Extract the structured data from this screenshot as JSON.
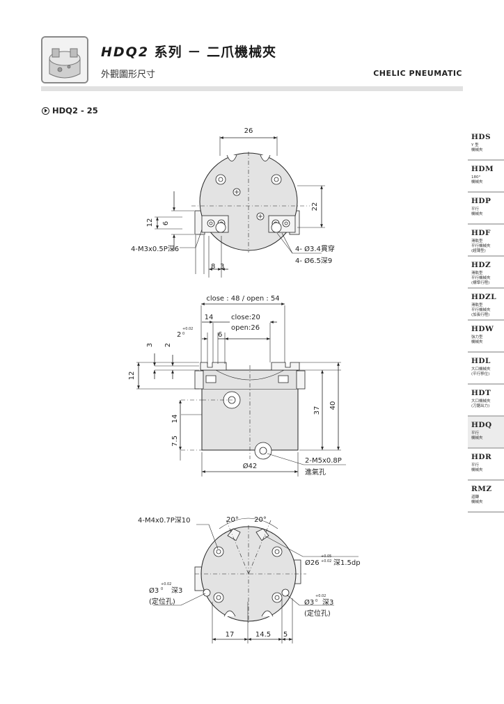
{
  "header": {
    "model": "HDQ2",
    "series_word": "系列",
    "dash": "－",
    "product_name": "二爪機械夾",
    "subtitle": "外觀圖形尺寸",
    "brand": "CHELIC PNEUMATIC"
  },
  "section": {
    "label": "HDQ2 - 25"
  },
  "sidebar": {
    "items": [
      {
        "code": "HDS",
        "desc": "Y 型\n機械夾",
        "active": false
      },
      {
        "code": "HDM",
        "desc": "180°\n機械夾",
        "active": false
      },
      {
        "code": "HDP",
        "desc": "平行\n機械夾",
        "active": false
      },
      {
        "code": "HDF",
        "desc": "滑軌型\n平行機械夾\n(超薄型)",
        "active": false
      },
      {
        "code": "HDZ",
        "desc": "滑軌型\n平行機械夾\n(標準行程)",
        "active": false
      },
      {
        "code": "HDZL",
        "desc": "滑軌型\n平行機械夾\n(加長行程)",
        "active": false
      },
      {
        "code": "HDW",
        "desc": "強力型\n機械夾",
        "active": false
      },
      {
        "code": "HDL",
        "desc": "大口機械夾\n(平行移位)",
        "active": false
      },
      {
        "code": "HDT",
        "desc": "大口機械夾\n(刀鋸出力)",
        "active": false
      },
      {
        "code": "HDQ",
        "desc": "平行\n機械夾",
        "active": true
      },
      {
        "code": "HDR",
        "desc": "平行\n機械夾",
        "active": false
      },
      {
        "code": "RMZ",
        "desc": "迴轉\n機械夾",
        "active": false
      }
    ]
  },
  "top_view": {
    "dim_26": "26",
    "dim_12": "12",
    "dim_6": "6",
    "dim_22": "22",
    "dim_8": "8",
    "dim_3": "3",
    "callout_left": "4-M3x0.5P深6",
    "callout_right_1": "4- Ø3.4貫穿",
    "callout_right_2": "4- Ø6.5深9"
  },
  "side_view": {
    "stroke": "close : 48 / open : 54",
    "dim_14": "14",
    "close_w": "close:20",
    "open_w": "open:26",
    "dim_2": "2",
    "tol_2": "+0.02",
    "tol_2b": "0",
    "dim_6": "6",
    "dim_3": "3",
    "dim_2b": "2",
    "dim_12": "12",
    "dim_14b": "14",
    "dim_7_5": "7.5",
    "dim_37": "37",
    "dim_40": "40",
    "dim_dia42": "Ø42",
    "callout_port_1": "2-M5x0.8P",
    "callout_port_2": "進氣孔"
  },
  "bottom_view": {
    "angle_1": "20°",
    "angle_2": "20°",
    "callout_thread": "4-M4x0.7P深10",
    "dia26": "Ø26",
    "tol26_up": "+0.05",
    "tol26_dn": "+0.02",
    "depth_1": "深1.5dp",
    "left_dia": "Ø3",
    "left_tol_up": "+0.02",
    "left_tol_dn": "0",
    "left_depth": "深3",
    "left_note": "(定位孔)",
    "right_dia": "Ø3",
    "right_tol_up": "+0.02",
    "right_tol_dn": "0",
    "right_depth": "深3",
    "right_note": "(定位孔)",
    "dim_17": "17",
    "dim_14_5": "14.5",
    "dim_5": "5"
  }
}
